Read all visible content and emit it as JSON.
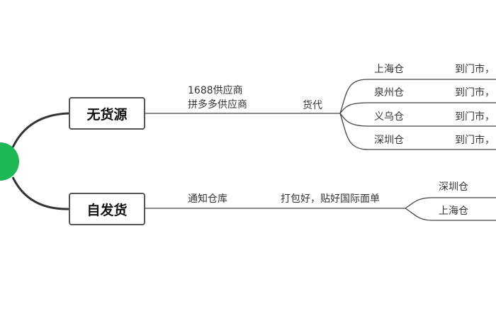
{
  "root": {
    "color": "#1db954"
  },
  "branches": [
    {
      "name": "无货源",
      "labels": [
        "1688供应商",
        "拼多多供应商"
      ],
      "mid_label": "货代",
      "warehouses": [
        {
          "name": "上海仓",
          "note": "到门市，"
        },
        {
          "name": "泉州仓",
          "note": "到门市，"
        },
        {
          "name": "义乌仓",
          "note": "到门市，"
        },
        {
          "name": "深圳仓",
          "note": "到门市，"
        }
      ]
    },
    {
      "name": "自发货",
      "labels": [
        "通知仓库"
      ],
      "mid_label": "打包好，贴好国际面单",
      "warehouses": [
        {
          "name": "深圳仓"
        },
        {
          "name": "上海仓"
        }
      ]
    }
  ]
}
